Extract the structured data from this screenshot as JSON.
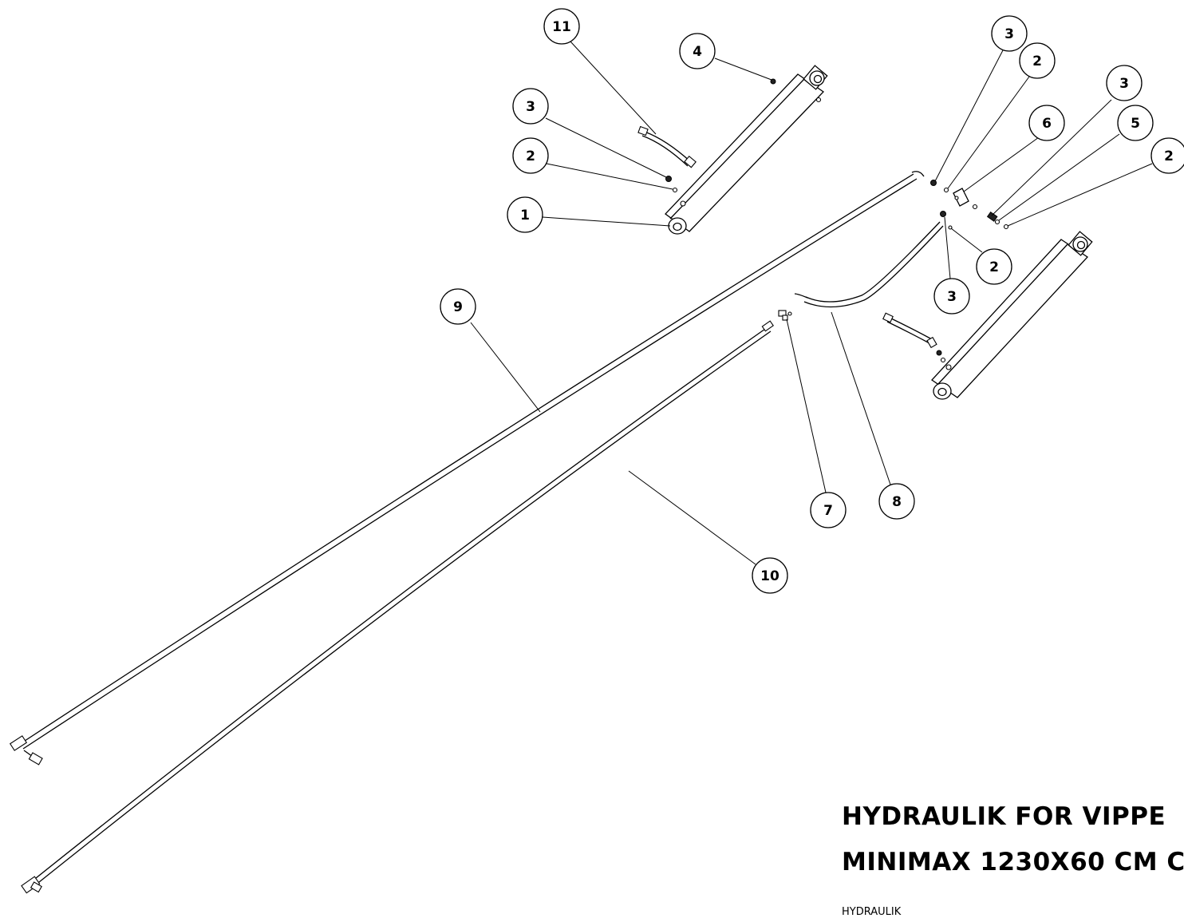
{
  "title_block": {
    "line1": "HYDRAULIK FOR VIPPE",
    "line2": "MINIMAX 1230X60 CM C",
    "subtitle": "HYDRAULIK"
  },
  "callouts": [
    {
      "id": "c11",
      "label": "11"
    },
    {
      "id": "c4",
      "label": "4"
    },
    {
      "id": "c3a",
      "label": "3"
    },
    {
      "id": "c2a",
      "label": "2"
    },
    {
      "id": "c1",
      "label": "1"
    },
    {
      "id": "c9",
      "label": "9"
    },
    {
      "id": "c3b",
      "label": "3"
    },
    {
      "id": "c2b",
      "label": "2"
    },
    {
      "id": "c3c",
      "label": "3"
    },
    {
      "id": "c6",
      "label": "6"
    },
    {
      "id": "c5",
      "label": "5"
    },
    {
      "id": "c2c",
      "label": "2"
    },
    {
      "id": "c2d",
      "label": "2"
    },
    {
      "id": "c3d",
      "label": "3"
    },
    {
      "id": "c7",
      "label": "7"
    },
    {
      "id": "c8",
      "label": "8"
    },
    {
      "id": "c10",
      "label": "10"
    }
  ]
}
